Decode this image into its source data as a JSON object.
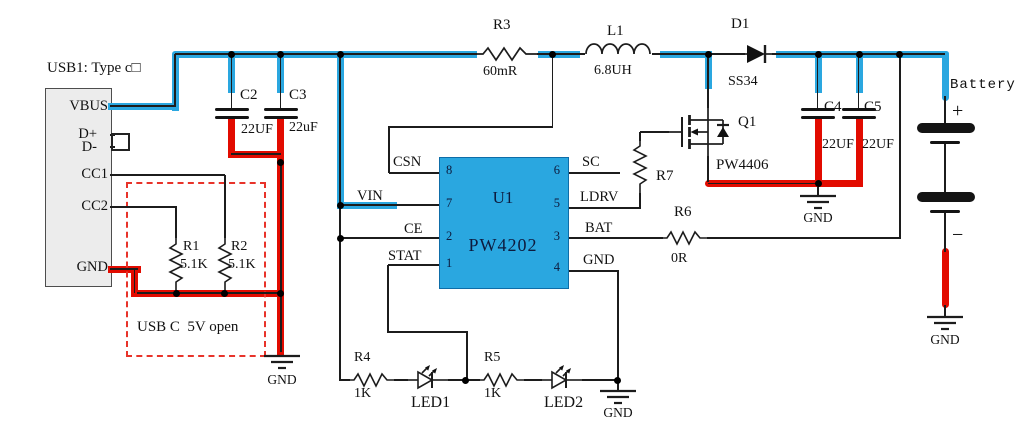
{
  "schematic": {
    "title": "USB1: Type c□",
    "usb_connector": {
      "vbus": "VBUS",
      "dp": "D+",
      "dm": "D-",
      "cc1": "CC1",
      "cc2": "CC2",
      "gnd": "GND",
      "note": "USB C  5V open"
    },
    "parts": {
      "r1": "R1",
      "r1_val": "5.1K",
      "r2": "R2",
      "r2_val": "5.1K",
      "r3": "R3",
      "r3_val": "60mR",
      "r4": "R4",
      "r4_val": "1K",
      "r5": "R5",
      "r5_val": "1K",
      "r6": "R6",
      "r6_val": "0R",
      "r7": "R7",
      "c2": "C2",
      "c2_val": "22UF",
      "c3": "C3",
      "c3_val": "22uF",
      "c4": "C4",
      "c4_val": "22UF",
      "c5": "C5",
      "c5_val": "22UF",
      "l1": "L1",
      "l1_val": "6.8UH",
      "d1": "D1",
      "d1_val": "SS34",
      "q1": "Q1",
      "q1_val": "PW4406",
      "led1": "LED1",
      "led2": "LED2"
    },
    "ic": {
      "ref": "U1",
      "part": "PW4202",
      "csn": "CSN",
      "vin": "VIN",
      "ce": "CE",
      "stat": "STAT",
      "sc": "SC",
      "ldrv": "LDRV",
      "bat": "BAT",
      "gnd": "GND",
      "n8": "8",
      "n7": "7",
      "n2": "2",
      "n1": "1",
      "n6": "6",
      "n5": "5",
      "n3": "3",
      "n4": "4"
    },
    "battery": {
      "name": "Battery",
      "plus": "+",
      "minus": "−"
    },
    "gnd": "GND",
    "colors": {
      "blue": "#2aa7e0",
      "red": "#e20b00",
      "dashed": "#e8332a",
      "icfill": "#2aa7e0"
    }
  }
}
